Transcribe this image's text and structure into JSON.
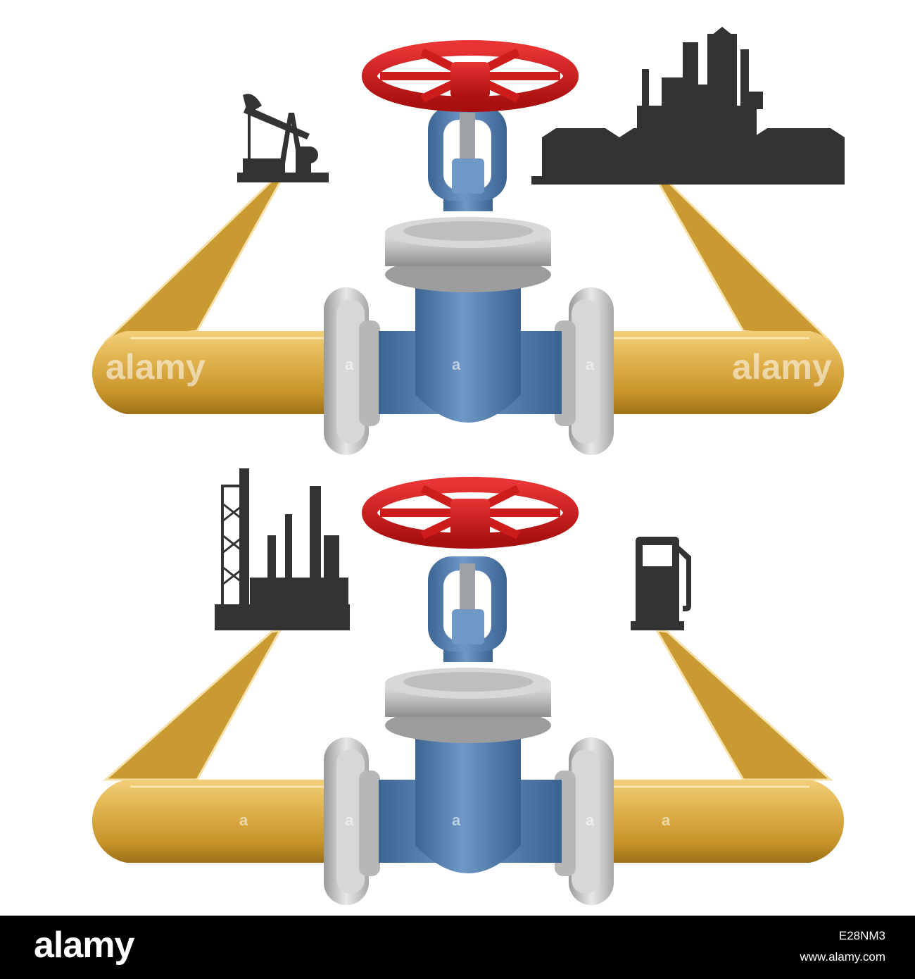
{
  "image": {
    "description_icons": [
      "oil-pump-jack-icon",
      "refinery-icon",
      "industrial-plant-icon",
      "fuel-pump-icon"
    ],
    "colors": {
      "pipe": "#d4a437",
      "valve_body": "#5b86b6",
      "handwheel": "#d81e1e",
      "flange": "#c9c9c9",
      "silhouette": "#333333"
    }
  },
  "watermarks": {
    "top_left": "alamy",
    "top_right": "alamy",
    "small_mark": "a"
  },
  "footer": {
    "brand": "alamy",
    "image_id": "E28NM3",
    "site": "www.alamy.com"
  }
}
